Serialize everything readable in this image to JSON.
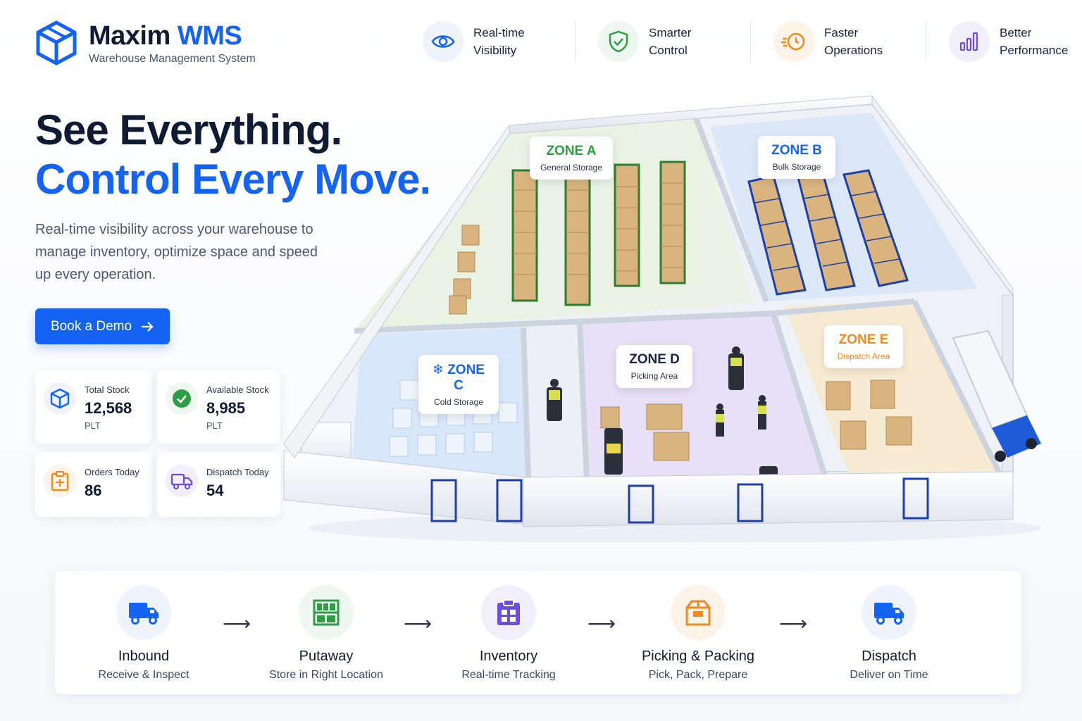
{
  "brand": {
    "name_part1": "Maxim",
    "name_part2": "WMS",
    "subtitle": "Warehouse Management System",
    "logo_icon": "cube-icon"
  },
  "features": [
    {
      "line1": "Real-time",
      "line2": "Visibility",
      "icon": "eye-icon",
      "color": "#1463f3"
    },
    {
      "line1": "Smarter",
      "line2": "Control",
      "icon": "shield-check-icon",
      "color": "#2e9e44"
    },
    {
      "line1": "Faster",
      "line2": "Operations",
      "icon": "clock-speed-icon",
      "color": "#f08a1c"
    },
    {
      "line1": "Better",
      "line2": "Performance",
      "icon": "bar-chart-icon",
      "color": "#6f4ce0"
    }
  ],
  "hero": {
    "title_line1": "See Everything.",
    "title_line2": "Control Every Move.",
    "description": "Real-time visibility across your warehouse to manage inventory, optimize space and speed up every operation.",
    "cta_label": "Book a Demo",
    "cta_icon": "arrow-right-icon"
  },
  "stats": [
    {
      "label": "Total Stock",
      "value": "12,568",
      "unit": "PLT",
      "icon": "cube-icon",
      "color": "#1463f3"
    },
    {
      "label": "Available Stock",
      "value": "8,985",
      "unit": "PLT",
      "icon": "check-circle-icon",
      "color": "#2e9e44"
    },
    {
      "label": "Orders Today",
      "value": "86",
      "unit": "",
      "icon": "clipboard-icon",
      "color": "#f08a1c"
    },
    {
      "label": "Dispatch Today",
      "value": "54",
      "unit": "",
      "icon": "truck-icon",
      "color": "#6f4ce0"
    }
  ],
  "zones": [
    {
      "name": "ZONE A",
      "desc": "General Storage",
      "color": "#2e9e44"
    },
    {
      "name": "ZONE B",
      "desc": "Bulk Storage",
      "color": "#1463f3"
    },
    {
      "name": "ZONE C",
      "desc": "Cold Storage",
      "color": "#1463f3",
      "icon": "snowflake-icon"
    },
    {
      "name": "ZONE D",
      "desc": "Picking Area",
      "color": "#1b2440"
    },
    {
      "name": "ZONE E",
      "desc": "Dispatch Area",
      "color": "#f08a1c"
    }
  ],
  "process": [
    {
      "title": "Inbound",
      "sub": "Receive & Inspect",
      "icon": "truck-icon",
      "color": "#1463f3"
    },
    {
      "title": "Putaway",
      "sub": "Store in Right Location",
      "icon": "shelf-icon",
      "color": "#2e9e44"
    },
    {
      "title": "Inventory",
      "sub": "Real-time Tracking",
      "icon": "clipboard-icon",
      "color": "#6f4ce0"
    },
    {
      "title": "Picking & Packing",
      "sub": "Pick, Pack, Prepare",
      "icon": "box-icon",
      "color": "#f08a1c"
    },
    {
      "title": "Dispatch",
      "sub": "Deliver on Time",
      "icon": "truck-icon",
      "color": "#1463f3"
    }
  ]
}
